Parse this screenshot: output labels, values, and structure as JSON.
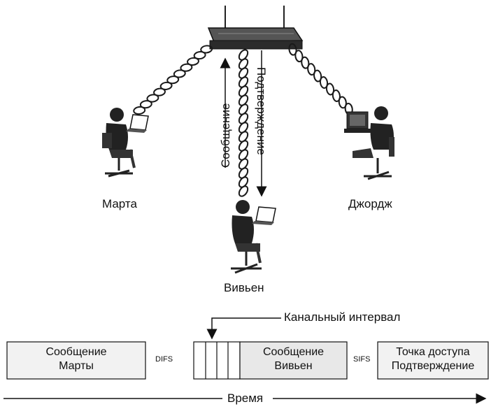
{
  "people": {
    "marta": "Марта",
    "vivien": "Вивьен",
    "george": "Джордж"
  },
  "links": {
    "message": "Сообщение",
    "ack": "Подтверждение"
  },
  "timeline": {
    "slot_label": "Канальный интервал",
    "marta_msg_line1": "Сообщение",
    "marta_msg_line2": "Марты",
    "difs": "DIFS",
    "vivien_msg_line1": "Сообщение",
    "vivien_msg_line2": "Вивьен",
    "sifs": "SIFS",
    "ap_line1": "Точка доступа",
    "ap_line2": "Подтверждение",
    "time": "Время"
  }
}
